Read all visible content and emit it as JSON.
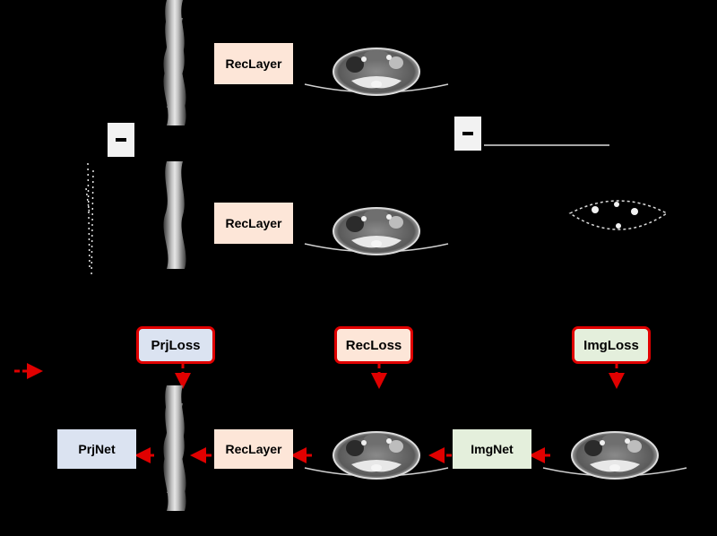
{
  "labels": {
    "reclayer": "RecLayer",
    "prjloss": "PrjLoss",
    "recloss": "RecLoss",
    "imgloss": "ImgLoss",
    "prjnet": "PrjNet",
    "imgnet": "ImgNet"
  },
  "colors": {
    "background": "#000000",
    "reclayer_fill": "#fde6d8",
    "prj_fill": "#dbe3f1",
    "img_fill": "#e4efdc",
    "loss_border": "#e00000",
    "backprop_arrow": "#e00000"
  },
  "icons": {
    "sinogram": "sinogram-strip-image",
    "ct_slice": "pelvis-ct-slice-image",
    "difference": "difference-map-image",
    "subtract": "minus-symbol-icon",
    "legend": "red-arrow-icon"
  }
}
